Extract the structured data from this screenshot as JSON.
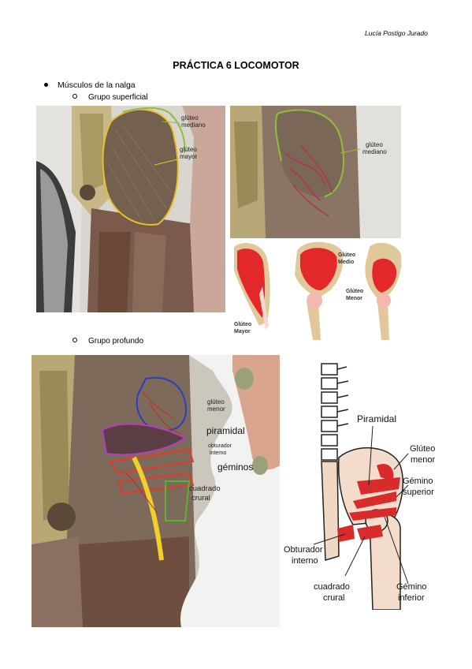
{
  "author": "Lucía Postigo Jurado",
  "title": "PRÁCTICA 6 LOCOMOTOR",
  "bullet": "Músculos de la nalga",
  "subsections": [
    "Grupo superficial",
    "Grupo profundo"
  ],
  "fig1": {
    "label1": "glúteo",
    "label1b": "mediano",
    "label2": "glúteo",
    "label2b": "mayor"
  },
  "fig2": {
    "label1": "glúteo",
    "label1b": "mediano"
  },
  "fig3": {
    "mayor_a": "Glúteo",
    "mayor_b": "Mayor",
    "medio_a": "Glúteo",
    "medio_b": "Medio",
    "menor_a": "Glúteo",
    "menor_b": "Menor"
  },
  "fig4": {
    "gm_a": "glúteo",
    "gm_b": "menor",
    "piramidal": "piramidal",
    "obt_a": "obturador",
    "obt_b": "interno",
    "geminos": "géminos",
    "cc_a": "cuadrado",
    "cc_b": "crural"
  },
  "fig5": {
    "piramidal": "Piramidal",
    "gm_a": "Glúteo",
    "gm_b": "menor",
    "gs_a": "Gémino",
    "gs_b": "superior",
    "obt_a": "Obturador",
    "obt_b": "interno",
    "cc_a": "cuadrado",
    "cc_b": "crural",
    "gi_a": "Gémino",
    "gi_b": "inferior"
  }
}
